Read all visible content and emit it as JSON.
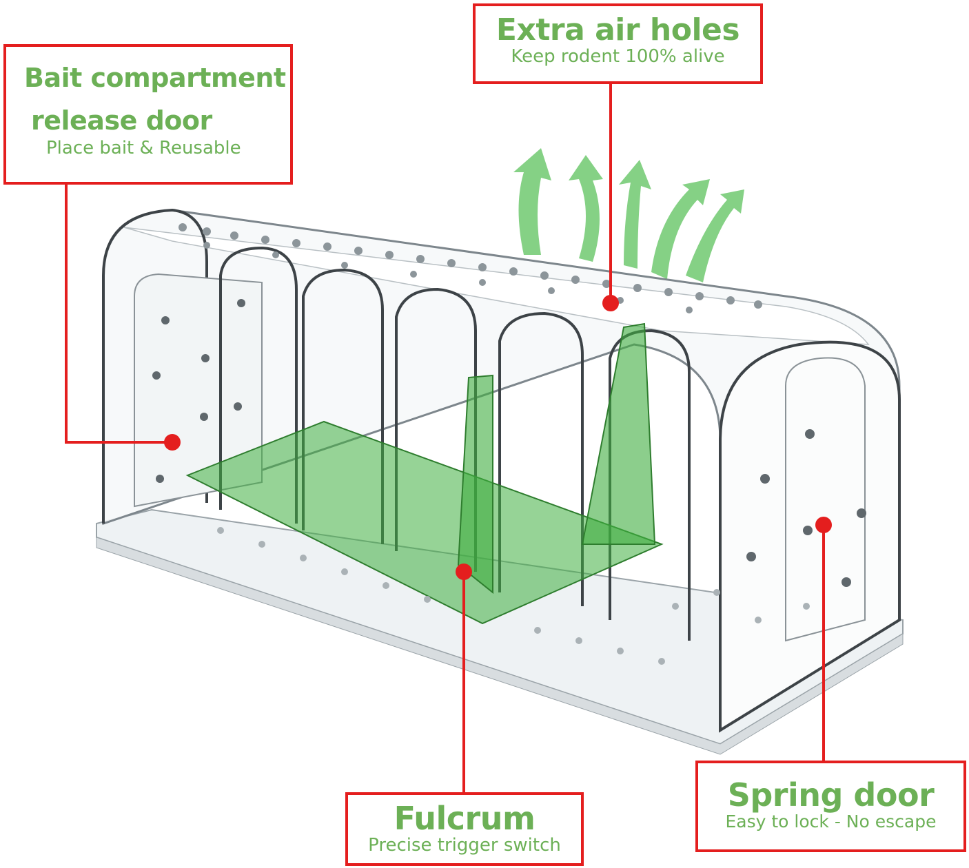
{
  "colors": {
    "callout_border": "#e41e1e",
    "label_text": "#6cb056",
    "accent_green": "#3fae3f"
  },
  "callouts": {
    "air_holes": {
      "title": "Extra air holes",
      "subtitle": "Keep rodent 100% alive"
    },
    "bait_door": {
      "title_line1": "Bait compartment",
      "title_line2": "release door",
      "subtitle": "Place bait & Reusable"
    },
    "fulcrum": {
      "title": "Fulcrum",
      "subtitle": "Precise trigger switch"
    },
    "spring_door": {
      "title": "Spring door",
      "subtitle": "Easy to lock - No escape"
    }
  },
  "icons": {
    "airflow": "up-arrow-icon",
    "marker": "red-dot-icon"
  }
}
